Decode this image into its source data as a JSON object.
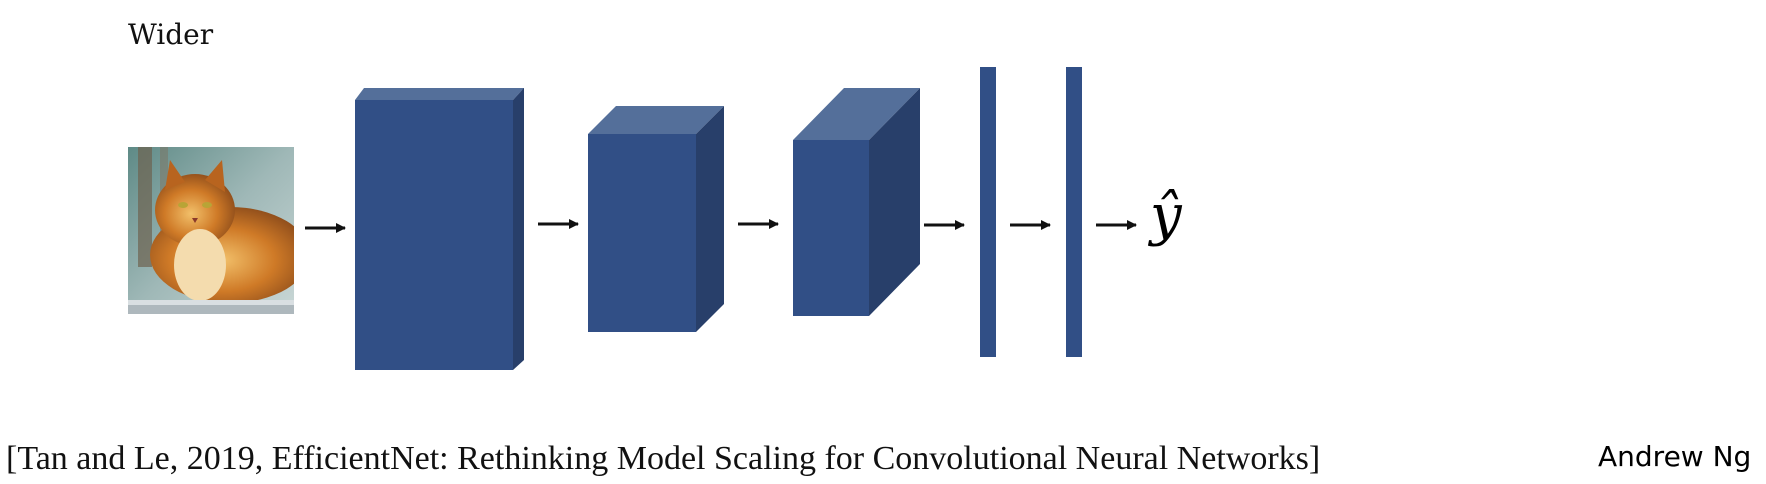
{
  "heading": "Wider",
  "output_label": "ŷ",
  "citation": "[Tan and Le, 2019, EfficientNet: Rethinking Model Scaling for Convolutional Neural Networks]",
  "author": "Andrew Ng",
  "colors": {
    "block_front": "#314f86",
    "block_top": "#546f9a",
    "block_side": "#283f6a",
    "arrow": "#111111"
  },
  "icons": {
    "input_image": "cat-photo"
  }
}
